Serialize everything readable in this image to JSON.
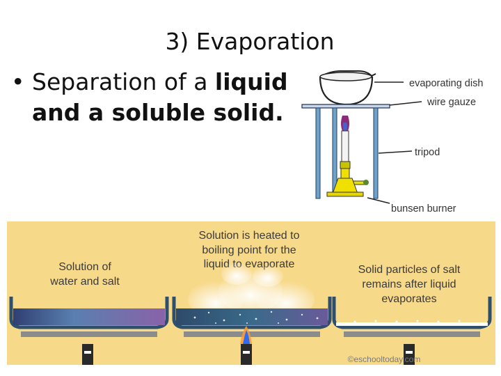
{
  "slide": {
    "title": "3) Evaporation",
    "bullet": {
      "dot": "•",
      "part1": "Separation of a ",
      "bold1": "liquid",
      "line2_bold": "and a soluble solid."
    }
  },
  "apparatus": {
    "labels": {
      "dish": "evaporating dish",
      "gauze": "wire gauze",
      "tripod": "tripod",
      "burner": "bunsen burner"
    }
  },
  "process_panel": {
    "colors": {
      "background": "#f7d98a",
      "dish_rim": "#2f4f6f",
      "water": "#5a7fb0",
      "flame": "#2d6cf0"
    },
    "stage1": {
      "line1": "Solution of",
      "line2": "water and salt"
    },
    "stage2": {
      "line1": "Solution is heated to",
      "line2": "boiling point for the",
      "line3": "liquid to evaporate"
    },
    "stage3": {
      "line1": "Solid particles of salt",
      "line2": "remains after liquid",
      "line3": "evaporates"
    },
    "credit": "©eschooltoday.com"
  }
}
